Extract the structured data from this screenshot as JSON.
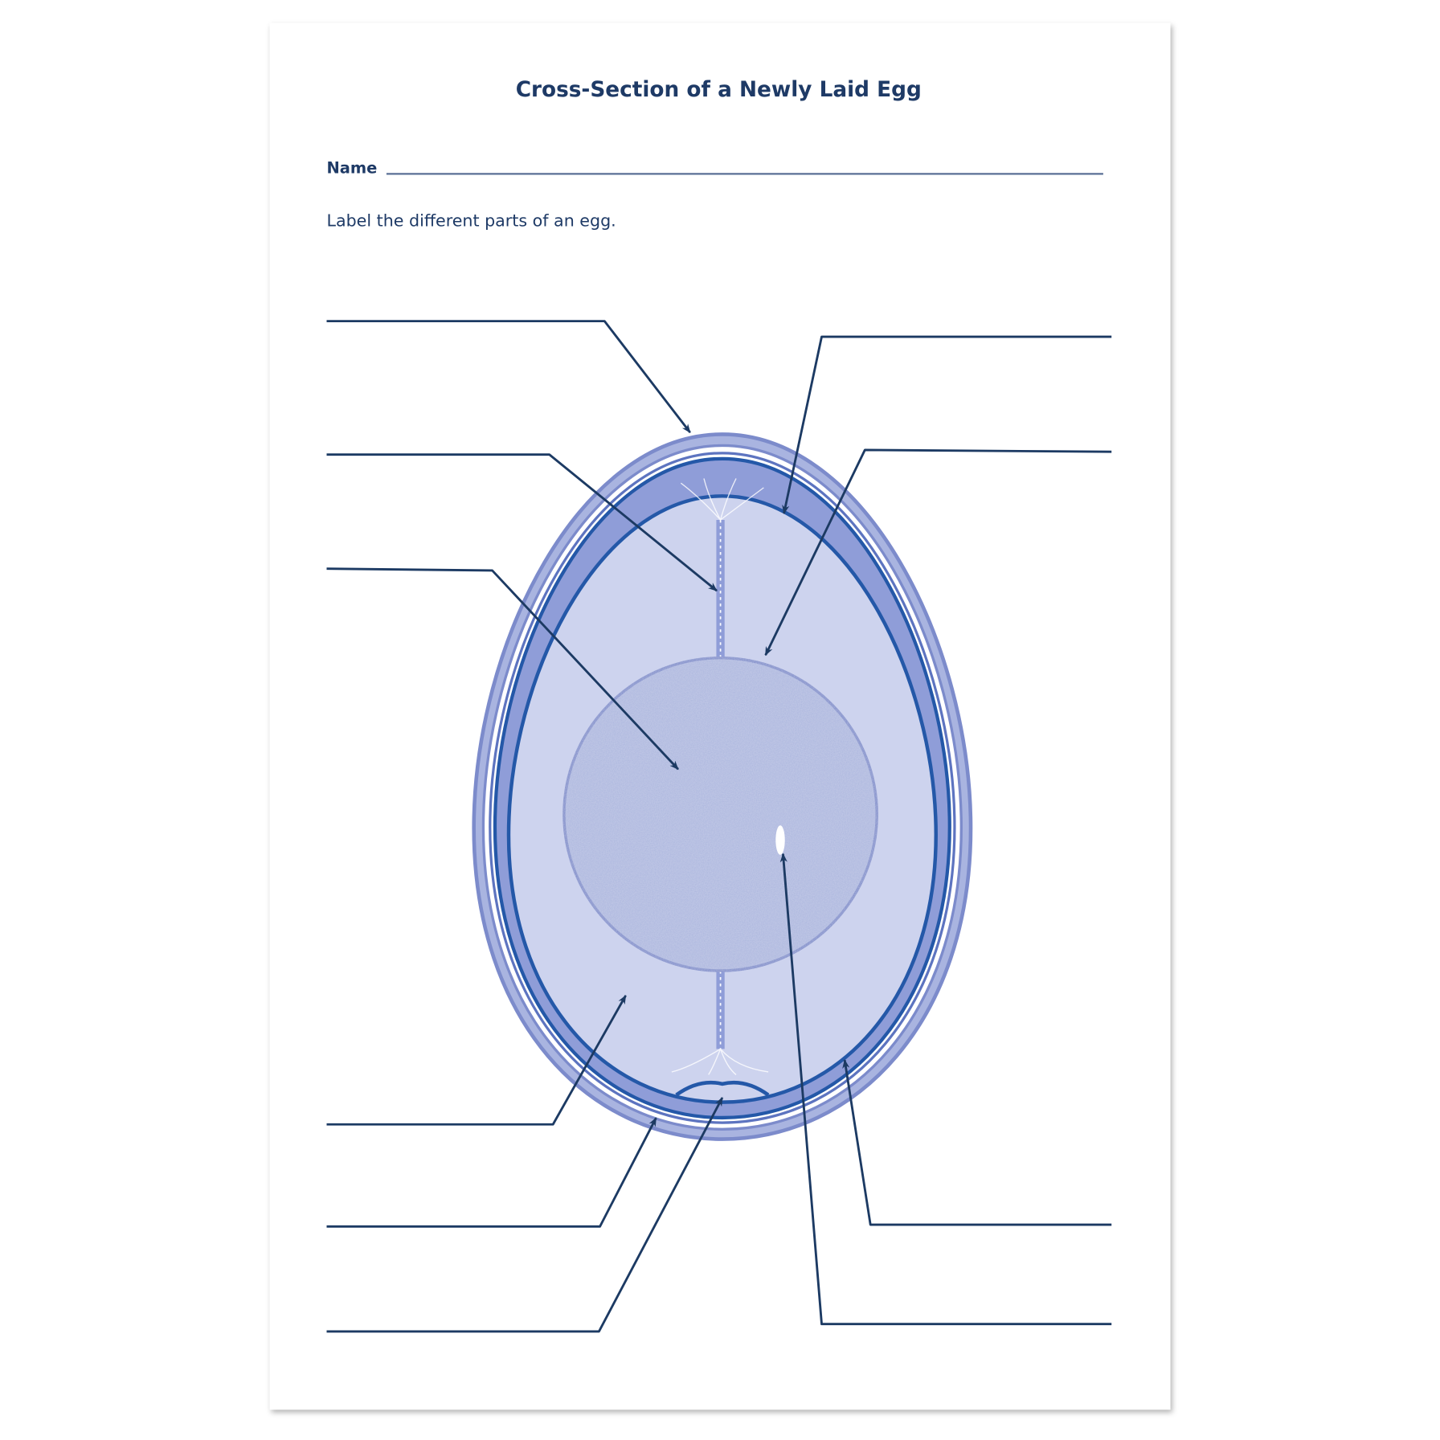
{
  "worksheet": {
    "title": "Cross-Section of a Newly Laid Egg",
    "name_label": "Name",
    "instruction": "Label the different parts of an egg."
  },
  "colors": {
    "ink": "#1c3a63",
    "shell": "#8b98d2",
    "membrane": "#2458a8",
    "thick_albumen": "#8f9dd8",
    "thin_albumen": "#cdd3ee",
    "yolk": "#aab5de"
  }
}
